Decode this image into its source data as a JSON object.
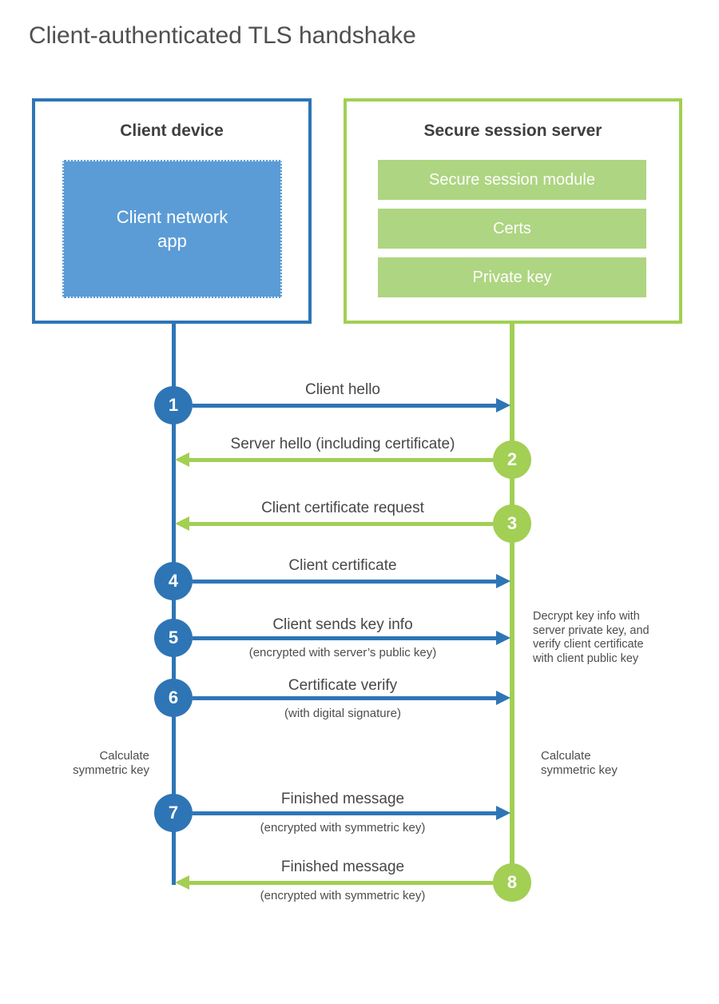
{
  "title": "Client-authenticated TLS handshake",
  "colors": {
    "blue-dark": "#2e75b6",
    "blue-fill": "#5b9cd6",
    "green-main": "#a2cf54",
    "green-fill": "#aed581",
    "title-text": "#4f4f4f",
    "heading-text": "#3f3f3f",
    "label-text": "#474747",
    "sub-text": "#4d4d4d"
  },
  "client": {
    "heading": "Client device",
    "app_lines": [
      "Client network",
      "app"
    ]
  },
  "server": {
    "heading": "Secure session server",
    "modules": [
      "Secure session module",
      "Certs",
      "Private key"
    ]
  },
  "messages": [
    {
      "num": "1",
      "label": "Client hello",
      "sub": "",
      "direction": "client-to-server"
    },
    {
      "num": "2",
      "label": "Server hello (including certificate)",
      "sub": "",
      "direction": "server-to-client"
    },
    {
      "num": "3",
      "label": "Client certificate request",
      "sub": "",
      "direction": "server-to-client"
    },
    {
      "num": "4",
      "label": "Client certificate",
      "sub": "",
      "direction": "client-to-server"
    },
    {
      "num": "5",
      "label": "Client sends key info",
      "sub": "(encrypted with server’s public key)",
      "direction": "client-to-server"
    },
    {
      "num": "6",
      "label": "Certificate verify",
      "sub": "(with digital signature)",
      "direction": "client-to-server"
    },
    {
      "num": "7",
      "label": "Finished message",
      "sub": "(encrypted with symmetric key)",
      "direction": "client-to-server"
    },
    {
      "num": "8",
      "label": "Finished message",
      "sub": "(encrypted with symmetric key)",
      "direction": "server-to-client"
    }
  ],
  "annotations": {
    "decrypt_note_lines": [
      "Decrypt key info with",
      "server private key, and",
      "verify client certificate",
      "with client public key"
    ],
    "calc_left_lines": [
      "Calculate",
      "symmetric key"
    ],
    "calc_right_lines": [
      "Calculate",
      "symmetric key"
    ]
  }
}
